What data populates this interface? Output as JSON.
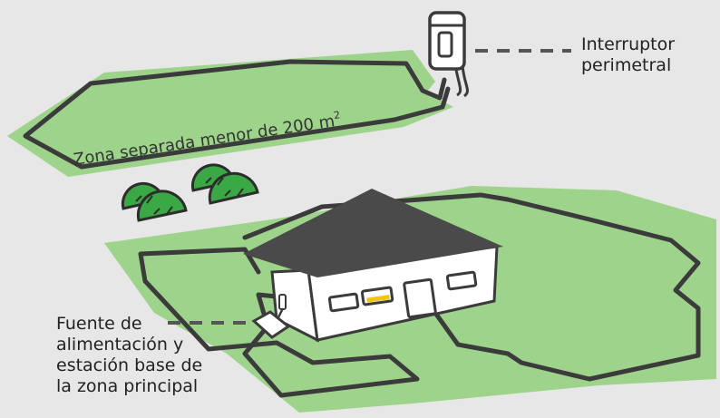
{
  "zone_label": {
    "text": "Zona separada menor de 200 m",
    "superscript": "2"
  },
  "callouts": {
    "boundary_switch": {
      "line1": "Interruptor",
      "line2": "perimetral"
    },
    "power_base_station": {
      "line1": "Fuente de",
      "line2": "alimentación y",
      "line3": "estación base de",
      "line4": "la zona principal"
    }
  },
  "colors": {
    "background": "#e7e7e7",
    "lawn": "#9dd38a",
    "boundary_wire": "#3b3b3b",
    "roof": "#4a4a4a",
    "house_wall": "#ffffff",
    "shrub": "#3aa845",
    "lit_window": "#f1c40f"
  }
}
